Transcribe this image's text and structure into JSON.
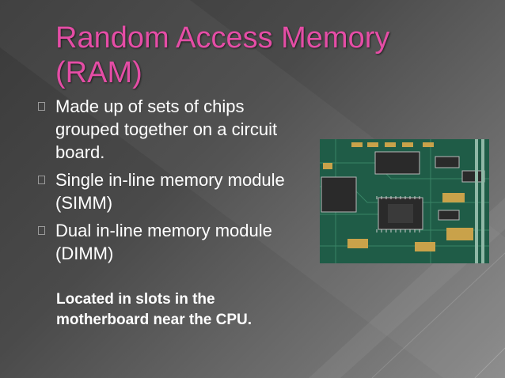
{
  "slide": {
    "title": "Random Access Memory (RAM)",
    "bullets": [
      "Made up of sets of chips grouped together on a circuit board.",
      "Single in-line memory module (SIMM)",
      "Dual in-line memory module (DIMM)"
    ],
    "note": "Located in slots in the motherboard near the CPU."
  },
  "colors": {
    "title": "#e54da6",
    "text": "#ffffff",
    "board": "#1f5c47"
  },
  "image": {
    "icon": "circuit-board-photo"
  }
}
